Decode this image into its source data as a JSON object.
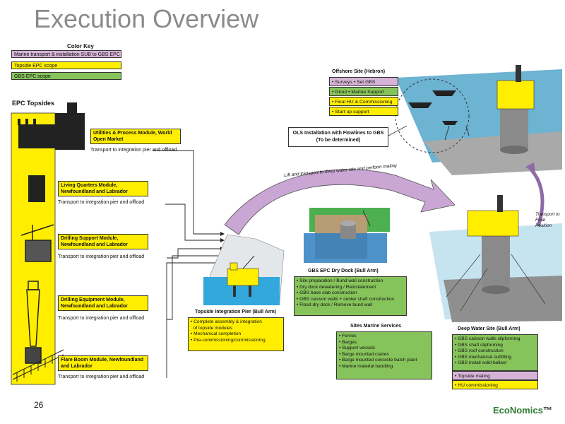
{
  "title": "Execution Overview",
  "color_key": {
    "title": "Color Key",
    "items": [
      {
        "label": "Marine transport & installation SUB to GBS EPC",
        "color": "#d7b4d7"
      },
      {
        "label": "Topside EPC scope",
        "color": "#ffee00"
      },
      {
        "label": "GBS EPC scope",
        "color": "#86c35a"
      }
    ]
  },
  "epc_topsides": {
    "title": "EPC Topsides",
    "modules": [
      {
        "name": "Utilities & Process Module, World Open Market",
        "transport": "Transport to integration pier and offload"
      },
      {
        "name": "Living Quarters Module, Newfoundland and Labrador",
        "transport": "Transport to integration pier and offload"
      },
      {
        "name": "Drilling Support Module, Newfoundland and Labrador",
        "transport": "Transport to integration pier and offload"
      },
      {
        "name": "Drilling Equipment Module, Newfoundland and Labrador",
        "transport": "Transport to integration pier and offload"
      },
      {
        "name": "Flare Boom Module, Newfoundland and Labrador",
        "transport": "Transport to integration pier and offload"
      }
    ]
  },
  "arrow_label": "Lift and transport to deep water site and perform mating",
  "offshore": {
    "title": "Offshore Site (Hebron)",
    "rows": [
      {
        "text": "• Surveys   • Set GBS",
        "color": "#d7b4d7"
      },
      {
        "text": "• Grout   • Marine Support",
        "color": "#86c35a"
      },
      {
        "text": "• Final HU & Commissioning",
        "color": "#ffee00"
      },
      {
        "text": "• Start up support",
        "color": "#ffee00"
      }
    ]
  },
  "ols": {
    "line1": "OLS Installation with Flowlines to GBS",
    "line2": "(To be determined)"
  },
  "transport_final": "Transport to Final Position",
  "gbs_dry_dock": {
    "title": "GBS EPC Dry Dock (Bull Arm)",
    "items": [
      "• Site preparation / Bund wall construction",
      "• Dry dock dewatering / Reinstatement",
      "• GBS base slab construction",
      "• GBS caisson walls + center shaft construction",
      "• Flood dry dock / Remove bund wall"
    ]
  },
  "topside_pier": {
    "title": "Topside Integration Pier (Bull Arm)",
    "items": [
      "• Complete assembly & integration",
      "  of topside modules",
      "• Mechanical completion",
      "• Pre-commissioning/commissioning"
    ]
  },
  "sites_marine": {
    "title": "Sites Marine Services",
    "items": [
      "• Ferries",
      "• Barges",
      "• Support vessels",
      "• Barge mounted cranes",
      "• Barge mounted concrete batch plant",
      "• Marine material handling"
    ]
  },
  "deep_water": {
    "title": "Deep Water Site (Bull Arm)",
    "green_items": [
      "• GBS caisson walls slipforming",
      "• GBS shaft slipforming",
      "• GBS roof construction",
      "• GBS mechanical outfitting",
      "• GBS install solid ballast"
    ],
    "purple_item": "• Topside mating",
    "yellow_item": "• HU commissioning"
  },
  "page_number": "26",
  "logo": {
    "part1": "EcoNomics",
    "tm": "™"
  }
}
